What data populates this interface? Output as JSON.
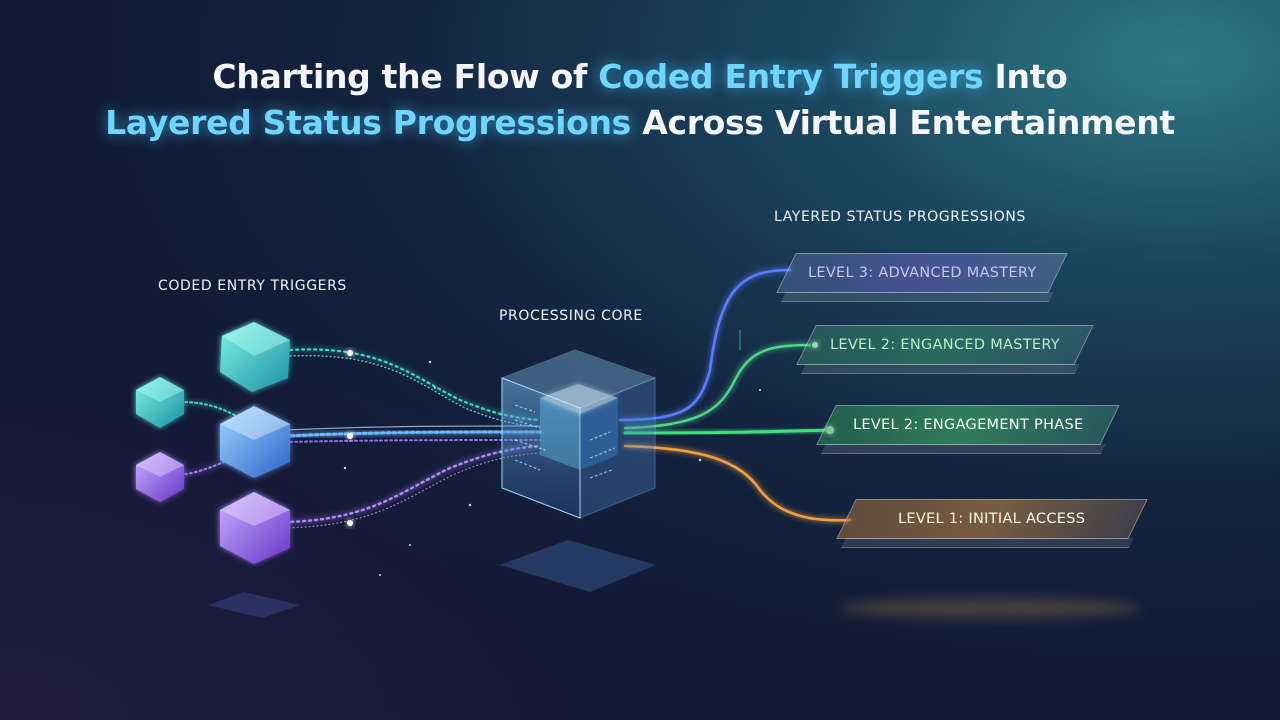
{
  "title": {
    "line1_part1": "Charting the Flow of ",
    "line1_highlight": "Coded Entry Triggers",
    "line1_part2": " Into",
    "line2_highlight": "Layered Status Progressions",
    "line2_part2": " Across Virtual Entertainment"
  },
  "labels": {
    "inputs": "CODED ENTRY TRIGGERS",
    "core": "PROCESSING CORE",
    "outputs": "LAYERED STATUS PROGRESSIONS"
  },
  "levels": [
    {
      "label": "LEVEL 3: ADVANCED MASTERY",
      "color": "#8a6cff"
    },
    {
      "label": "LEVEL 2: ENGANCED MASTERY",
      "color": "#4fd68a"
    },
    {
      "label": "LEVEL 2: ENGAGEMENT PHASE",
      "color": "#3ee07a"
    },
    {
      "label": "LEVEL 1: INITIAL ACCESS",
      "color": "#f0a040"
    }
  ],
  "colors": {
    "highlight": "#6fd7ff",
    "gem_teal": "#2fd6c0",
    "gem_blue": "#4aa8ff",
    "gem_purple": "#9a6bff"
  }
}
